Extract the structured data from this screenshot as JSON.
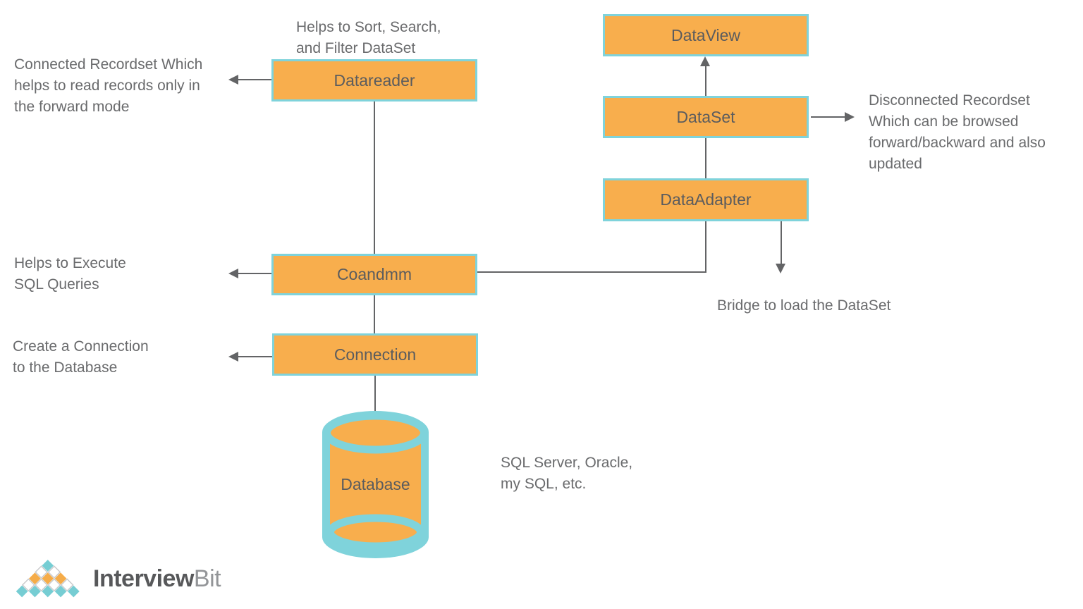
{
  "colors": {
    "orange": "#F8AE4D",
    "teal": "#7FD3DB",
    "line": "#636466",
    "box-text": "#5B5C5E",
    "label-text": "#6A6B6D",
    "brand-dark": "#57585A",
    "brand-light": "#939598",
    "logo-teal": "#76CDD3",
    "logo-orange": "#F5AC49",
    "logo-outline": "#C9CACC"
  },
  "nodes": {
    "datareader": "Datareader",
    "dataview": "DataView",
    "dataset": "DataSet",
    "dataadapter": "DataAdapter",
    "command": "Coandmm",
    "connection": "Connection",
    "database": "Database"
  },
  "annotations": {
    "sort_filter": "Helps to Sort, Search,\nand Filter DataSet",
    "connected_recordset": "Connected Recordset Which\nhelps to read records only in\nthe forward mode",
    "execute_sql": "Helps to Execute\nSQL Queries",
    "create_connection": "Create a Connection\nto the Database",
    "disconnected_recordset": "Disconnected Recordset\nWhich can be browsed\nforward/backward and also\nupdated",
    "bridge": "Bridge to load the DataSet",
    "sql_examples": "SQL Server, Oracle,\nmy SQL, etc."
  },
  "footer": {
    "brand_primary": "Interview",
    "brand_secondary": "Bit"
  }
}
